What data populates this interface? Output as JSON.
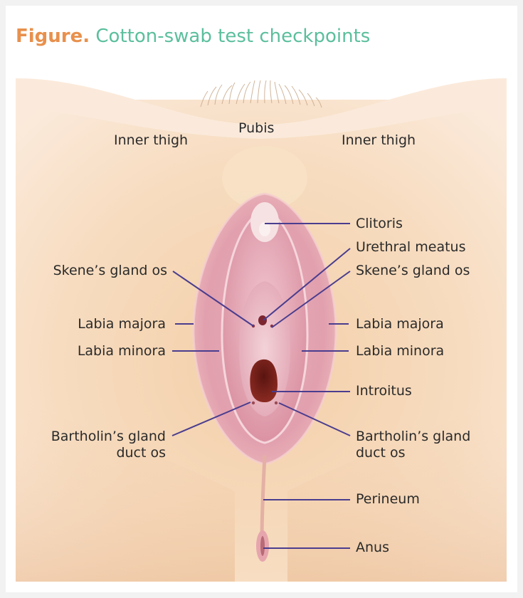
{
  "figure": {
    "label": "Figure.",
    "title": "Cotton-swab test checkpoints"
  },
  "colors": {
    "figure_label": "#e8904c",
    "figure_title": "#5bbf9c",
    "leader_line": "#4a3d8f",
    "label_text": "#2a2a2a"
  },
  "labels": {
    "pubis": "Pubis",
    "inner_thigh_left": "Inner thigh",
    "inner_thigh_right": "Inner thigh",
    "clitoris": "Clitoris",
    "urethral_meatus": "Urethral meatus",
    "skenes_gland_os_left": "Skene’s gland os",
    "skenes_gland_os_right": "Skene’s gland os",
    "labia_majora_left": "Labia majora",
    "labia_majora_right": "Labia majora",
    "labia_minora_left": "Labia minora",
    "labia_minora_right": "Labia minora",
    "introitus": "Introitus",
    "bartholins_left_line1": "Bartholin’s gland",
    "bartholins_left_line2": "duct os",
    "bartholins_right_line1": "Bartholin’s gland",
    "bartholins_right_line2": "duct os",
    "perineum": "Perineum",
    "anus": "Anus"
  }
}
